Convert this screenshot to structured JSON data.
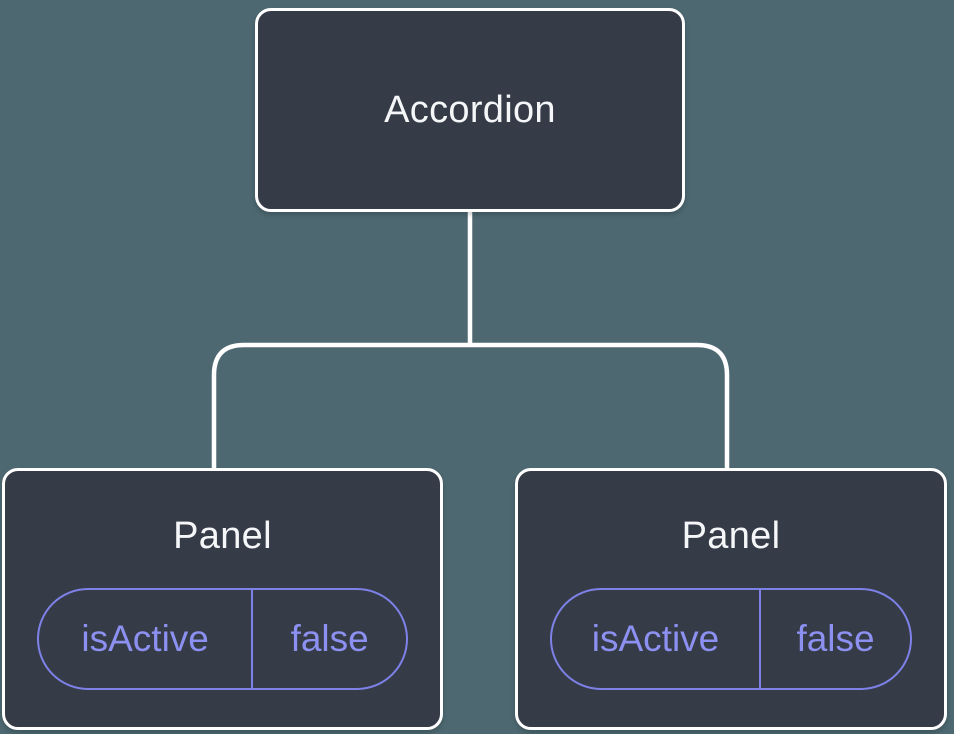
{
  "colors": {
    "background": "#4d6871",
    "node-fill": "#353b47",
    "node-border": "#ffffff",
    "line": "#ffffff",
    "node-text": "#f4f6f8",
    "accent-border": "#7e82e8",
    "accent-text": "#8c90f0"
  },
  "diagram": {
    "type": "component-tree",
    "root": {
      "label": "Accordion"
    },
    "children": [
      {
        "label": "Panel",
        "props": [
          {
            "name": "isActive",
            "value": "false"
          }
        ]
      },
      {
        "label": "Panel",
        "props": [
          {
            "name": "isActive",
            "value": "false"
          }
        ]
      }
    ]
  }
}
